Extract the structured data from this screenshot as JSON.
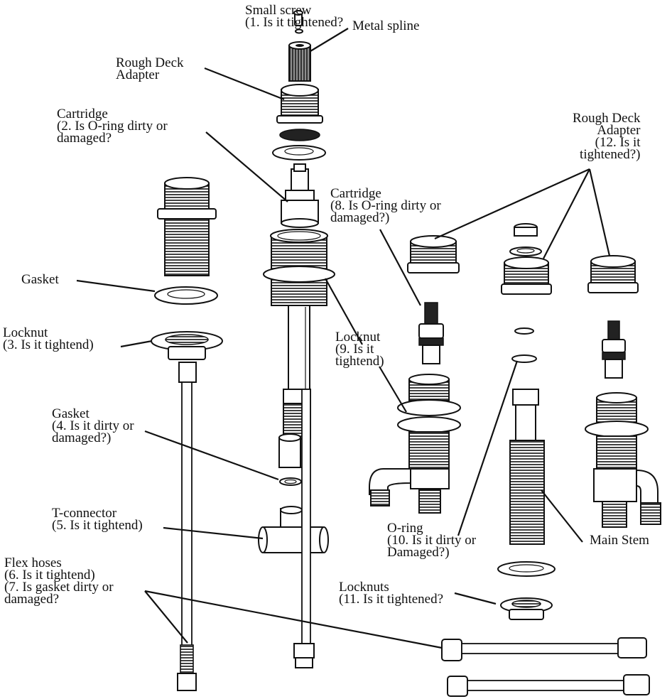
{
  "labels": {
    "small_screw": "Small screw\n(1. Is it tightened?",
    "metal_spline": "Metal spline",
    "rough_deck_adapter": "Rough Deck\nAdapter",
    "cartridge_left": "Cartridge\n(2. Is O-ring dirty or\ndamaged?",
    "gasket_top": "Gasket",
    "locknut_left": "Locknut\n(3. Is it tightend)",
    "gasket_lower": "Gasket\n(4. Is it dirty or\ndamaged?)",
    "t_connector": "T-connector\n(5. Is it tightend)",
    "flex_hoses": "Flex hoses\n(6. Is it tightend)\n(7. Is gasket dirty or\ndamaged?",
    "cartridge_right": "Cartridge\n(8. Is O-ring dirty or\ndamaged?)",
    "locknut_mid": "Locknut\n(9. Is it\ntightend)",
    "rough_deck_adapter_right": "Rough Deck\nAdapter\n(12. Is it\ntightened?)",
    "o_ring": "O-ring\n(10. Is it dirty or\nDamaged?)",
    "main_stem": "Main Stem",
    "locknuts": "Locknuts\n(11. Is it tightened?"
  },
  "colors": {
    "line": "#111111",
    "fill": "#ffffff",
    "thread": "#222222"
  }
}
